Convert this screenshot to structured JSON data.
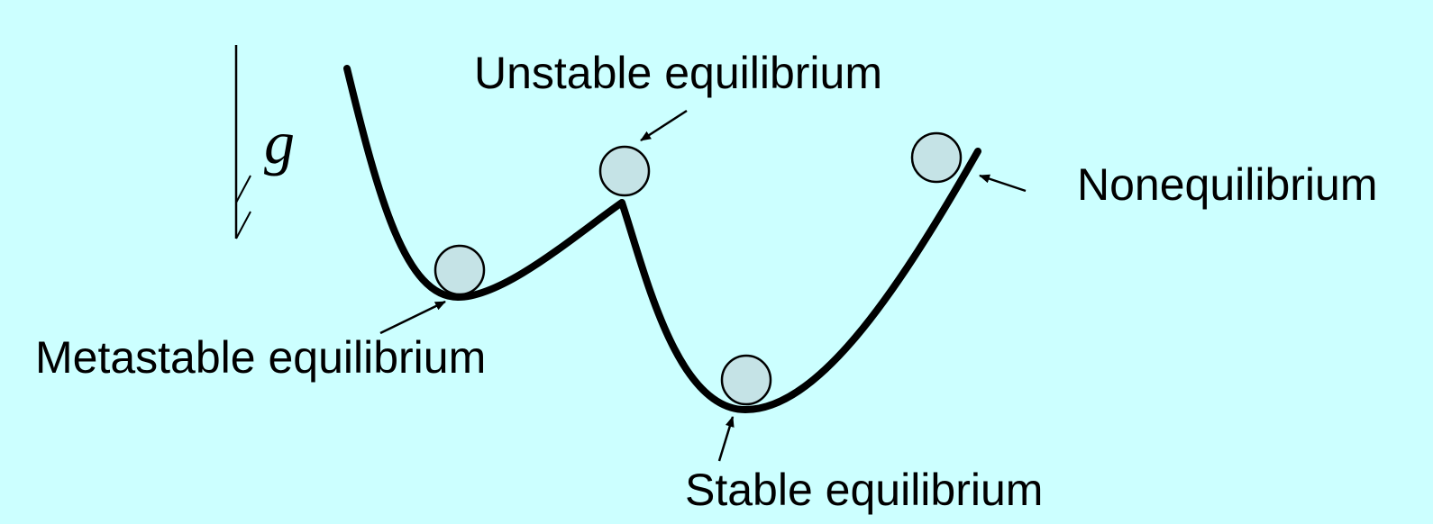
{
  "labels": {
    "unstable": "Unstable equilibrium",
    "nonequilibrium": "Nonequilibrium",
    "metastable": "Metastable equilibrium",
    "stable": "Stable equilibrium",
    "gravity": "g"
  },
  "colors": {
    "background": "#ccffff",
    "curve": "#000000",
    "ball_fill": "#c5e3e6",
    "ball_stroke": "#000000"
  }
}
